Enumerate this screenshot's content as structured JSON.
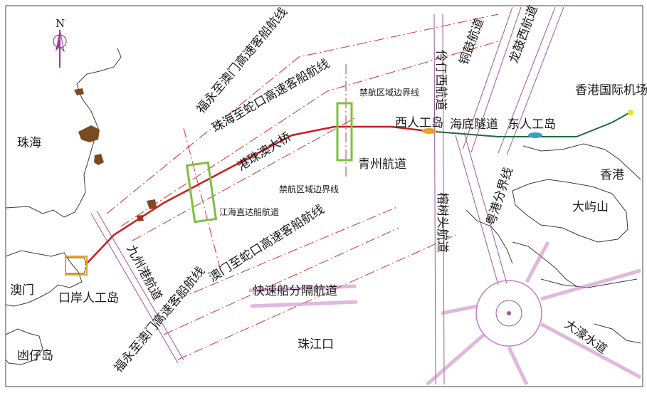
{
  "compass": {
    "label": "N"
  },
  "labels": {
    "zhuhai": "珠海",
    "macau": "澳门",
    "kouan_island": "口岸人工岛",
    "zhuhai_macau_bridge": "港珠澳大桥",
    "west_island": "西人工岛",
    "tunnel": "海底隧道",
    "east_island": "东人工岛",
    "hk_airport": "香港国际机场",
    "hong_kong": "香港",
    "lantau": "大屿山",
    "pearl_river_mouth": "珠江口",
    "qingzhou_channel": "青州航道",
    "jianghai_channel": "江海直达船航道",
    "jiuzhou_channel": "九州港航道",
    "fast_ferry_sep": "快速船分隔航道",
    "tonggu_channel": "铜鼓航道",
    "longgu_west_channel": "龙鼓西航道",
    "lingding_west_channel": "伶仃西航道",
    "rongshutou_channel": "榕树头航道",
    "hk_boundary": "粤港分界线",
    "dahao_channel": "大濠水道",
    "no_nav_boundary_top": "禁航区域边界线",
    "no_nav_boundary_bottom": "禁航区域边界线",
    "fuyong_macau_top": "福永至澳门高速客船航线",
    "zhuhai_shekou": "珠海至蛇口高速客船航线",
    "macau_shekou": "澳门至蛇口高速客船航线",
    "fuyong_macau_bottom": "福永至澳门高速客船航线",
    "nazai_island": "凼仔岛"
  },
  "colors": {
    "bridge": "#c81e1e",
    "tunnel": "#1f6b3a",
    "route": "#d0342c",
    "channel": "#a0569c",
    "reef": "#7a4a22",
    "pier_green": "#7fbf3f"
  }
}
